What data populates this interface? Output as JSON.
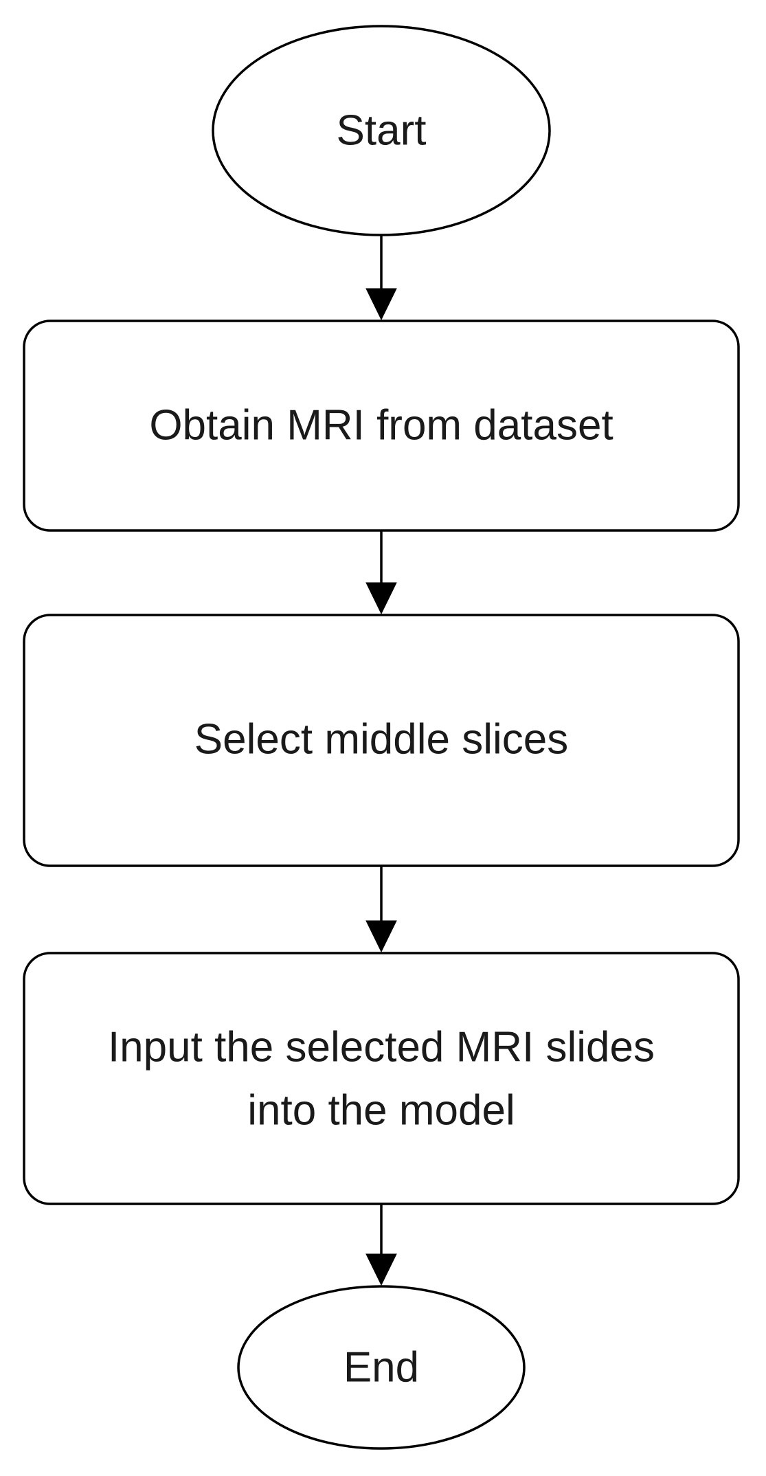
{
  "flowchart": {
    "start": {
      "label": "Start"
    },
    "steps": [
      {
        "label": "Obtain MRI from dataset"
      },
      {
        "label": "Select middle slices"
      },
      {
        "label_line1": "Input the selected MRI slides",
        "label_line2": "into the model"
      }
    ],
    "end": {
      "label": "End"
    }
  },
  "colors": {
    "stroke": "#000000",
    "fill": "#ffffff",
    "text": "#1a1a1a"
  }
}
